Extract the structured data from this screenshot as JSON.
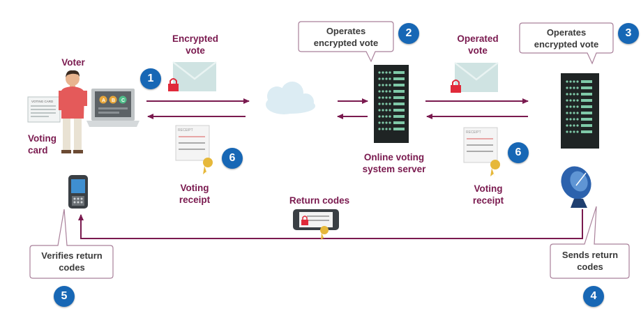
{
  "labels": {
    "voter": "Voter",
    "voting_card": "Voting\ncard",
    "encrypted_vote": "Encrypted\nvote",
    "operated_vote": "Operated\nvote",
    "server": "Online voting\nsystem server",
    "return_codes": "Return codes",
    "voting_receipt_left": "Voting\nreceipt",
    "voting_receipt_right": "Voting\nreceipt",
    "card_title": "VOTING CARD",
    "receipt_title": "RECEIPT",
    "receipt_title_right": "RECEIPT",
    "ballot_a": "A",
    "ballot_b": "B",
    "ballot_c": "C"
  },
  "callouts": {
    "operates_server": "Operates\nencrypted vote",
    "operates_right": "Operates\nencrypted vote",
    "verifies": "Verifies return\ncodes",
    "sends": "Sends return\ncodes"
  },
  "steps": {
    "s1": "1",
    "s2": "2",
    "s3": "3",
    "s4": "4",
    "s5": "5",
    "s6a": "6",
    "s6b": "6"
  },
  "colors": {
    "accent": "#7a1a4f",
    "step_badge": "#1767b5",
    "envelope": "#cfe3e2",
    "lock": "#e02a3a",
    "server": "#1f2424",
    "server_leds": "#7fc9a8"
  }
}
